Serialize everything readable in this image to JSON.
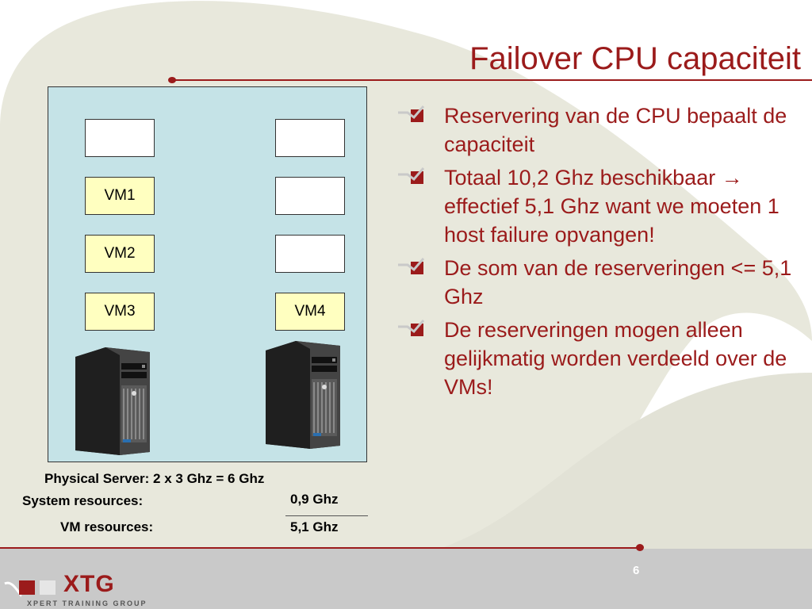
{
  "slide": {
    "title": "Failover CPU capaciteit",
    "page_number": "6"
  },
  "diagram": {
    "vm_labels": [
      "VM1",
      "VM2",
      "VM3",
      "VM4"
    ]
  },
  "bullets": [
    "Reservering van de CPU bepaalt de capaciteit",
    "Totaal 10,2 Ghz beschikbaar → effectief 5,1 Ghz want we moeten 1 host failure opvangen!",
    "De som van de reserveringen <= 5,1 Ghz",
    "De reserveringen mogen alleen gelijkmatig worden verdeeld over de VMs!"
  ],
  "summary": {
    "physical_server": "Physical Server: 2 x 3 Ghz = 6 Ghz",
    "system_resources_label": "System resources:",
    "system_resources_value": "0,9 Ghz",
    "vm_resources_label": "VM resources:",
    "vm_resources_value": "5,1 Ghz"
  },
  "footer": {
    "logo_text": "XTG",
    "tagline": "XPERT TRAINING GROUP"
  },
  "colors": {
    "accent": "#9b1b1b",
    "diagram_bg": "#c5e3e7",
    "vm_fill": "#ffffc0",
    "background_shape": "#e8e8dc",
    "footer_band": "#c9c9c9"
  },
  "icons": {
    "bullet": "checkbox-check-icon",
    "server": "tower-server-icon"
  }
}
